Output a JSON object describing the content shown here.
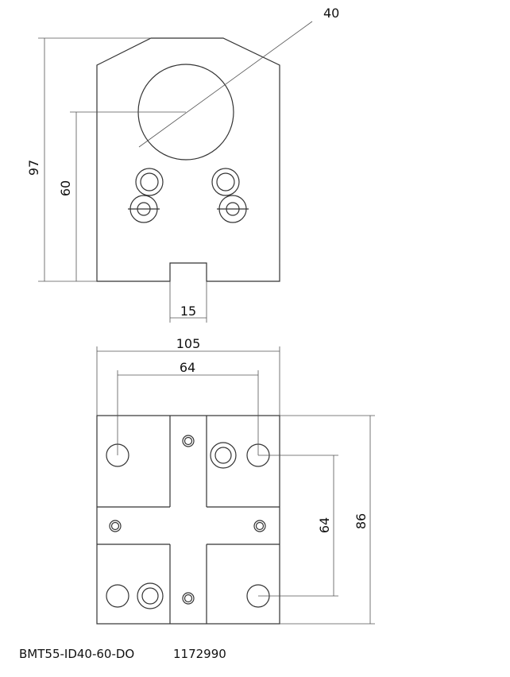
{
  "dimensions": {
    "top_view": {
      "bore_diameter": "40",
      "overall_height": "97",
      "center_height": "60",
      "slot_width": "15"
    },
    "bottom_view": {
      "overall_width": "105",
      "hole_spacing_horizontal": "64",
      "hole_spacing_vertical": "64",
      "overall_depth": "86"
    }
  },
  "caption": {
    "part_number": "BMT55-ID40-60-DO",
    "order_code": "1172990"
  },
  "colors": {
    "line": "#333333",
    "text": "#111111",
    "background": "#ffffff"
  }
}
